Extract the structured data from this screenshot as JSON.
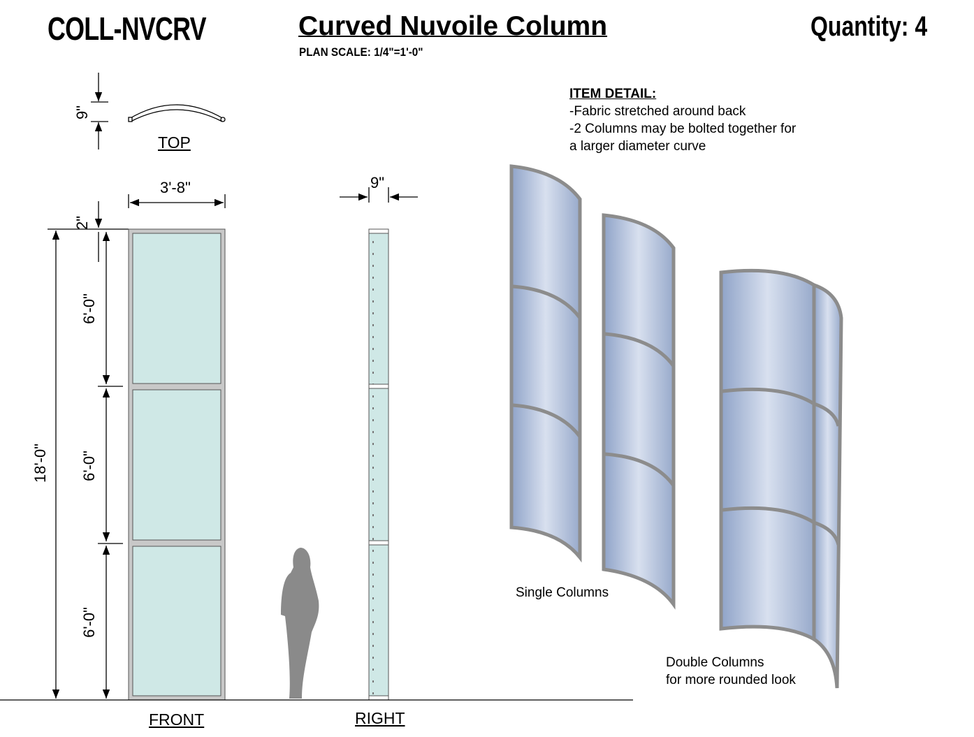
{
  "header": {
    "code": "COLL-NVCRV",
    "title": "Curved Nuvoile Column",
    "scale": "PLAN  SCALE: 1/4\"=1'-0\"",
    "quantity": "Quantity: 4"
  },
  "item_detail": {
    "heading": "ITEM DETAIL:",
    "lines": [
      "-Fabric stretched around back",
      "-2 Columns may be bolted together for",
      "a larger diameter curve"
    ]
  },
  "views": {
    "top": "TOP",
    "front": "FRONT",
    "right": "RIGHT"
  },
  "dimensions": {
    "top_depth": "9\"",
    "width": "3'-8\"",
    "side_depth": "9\"",
    "cap": "2\"",
    "total_height": "18'-0\"",
    "section_1": "6'-0\"",
    "section_2": "6'-0\"",
    "section_3": "6'-0\""
  },
  "captions": {
    "single": "Single Columns",
    "double_1": "Double Columns",
    "double_2": "for more rounded look"
  },
  "colors": {
    "panel_fill": "#cfe8e6",
    "frame": "#9a9a9a",
    "fabric": "#b7c6e0"
  }
}
